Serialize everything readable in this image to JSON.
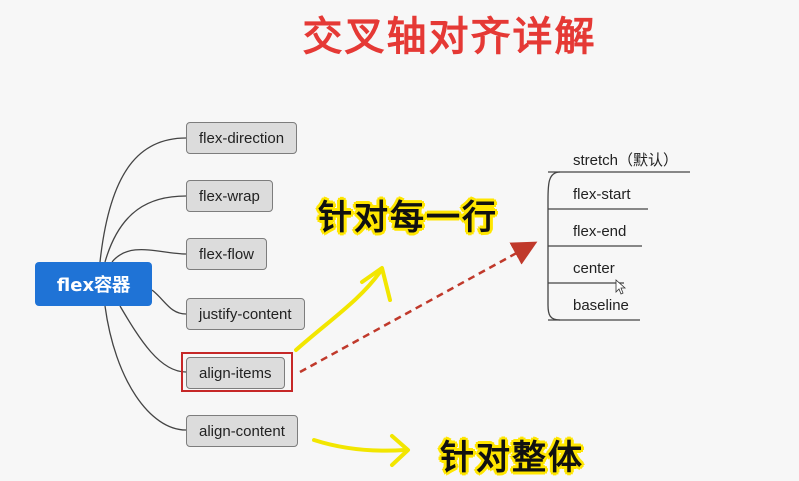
{
  "title": "交叉轴对齐详解",
  "root_label": "flex容器",
  "properties": [
    "flex-direction",
    "flex-wrap",
    "flex-flow",
    "justify-content",
    "align-items",
    "align-content"
  ],
  "align_items_values": [
    "stretch（默认）",
    "flex-start",
    "flex-end",
    "center",
    "baseline"
  ],
  "annotations": {
    "per_line": "针对每一行",
    "whole": "针对整体"
  },
  "colors": {
    "title": "#e53935",
    "root_bg": "#1f73d6",
    "highlight": "#c62828",
    "arrow_yellow": "#f2e600",
    "arrow_dashed": "#c0392b"
  },
  "icons": [
    "mouse-cursor-icon"
  ]
}
